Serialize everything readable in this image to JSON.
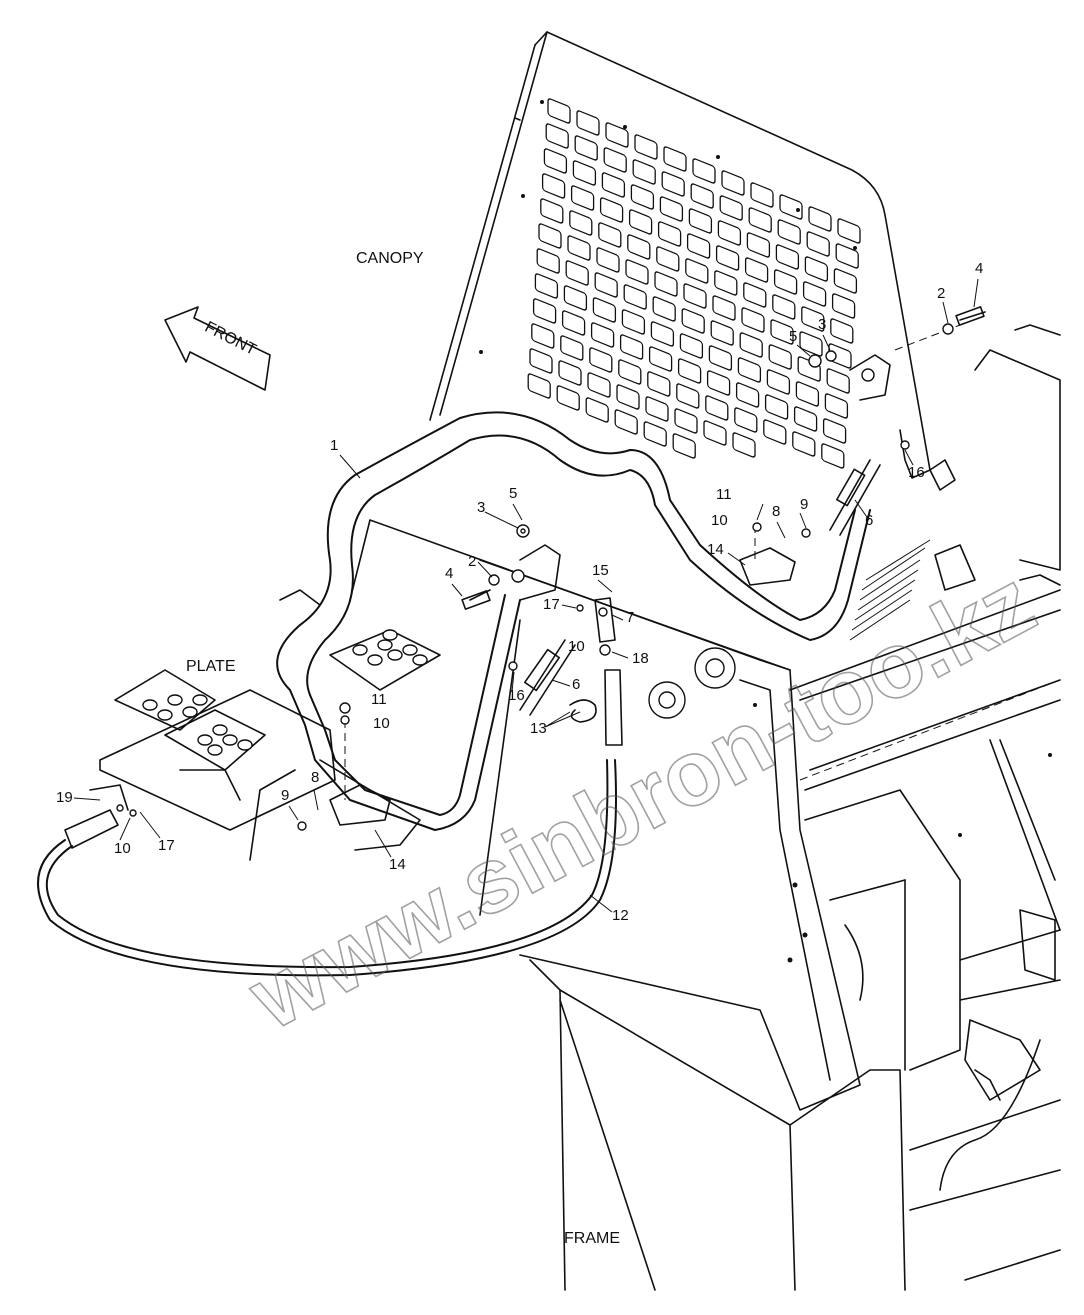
{
  "labels": {
    "canopy": "CANOPY",
    "front": "FRONT",
    "plate": "PLATE",
    "frame": "FRAME"
  },
  "callouts": [
    "1",
    "2",
    "3",
    "4",
    "5",
    "6",
    "7",
    "8",
    "9",
    "10",
    "11",
    "12",
    "13",
    "14",
    "15",
    "16",
    "17",
    "18",
    "19"
  ],
  "watermark": "www.sinbron-too.kz"
}
